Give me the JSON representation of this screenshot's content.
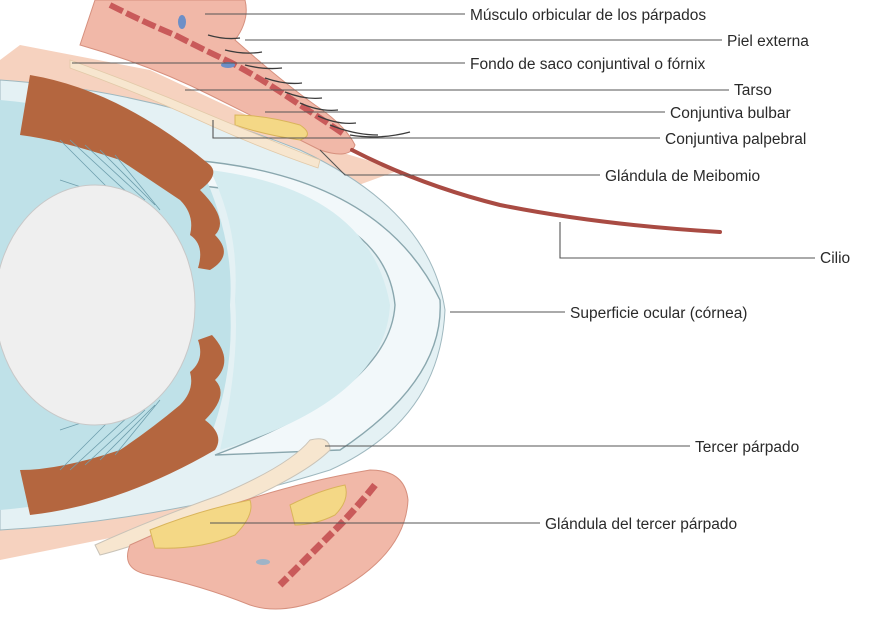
{
  "labels": {
    "musculo_orbicular": "Músculo orbicular de los párpados",
    "piel_externa": "Piel externa",
    "fondo_saco": "Fondo de saco conjuntival o fórnix",
    "tarso": "Tarso",
    "conjuntiva_bulbar": "Conjuntiva bulbar",
    "conjuntiva_palpebral": "Conjuntiva palpebral",
    "glandula_meibomio": "Glándula de Meibomio",
    "cilio": "Cilio",
    "superficie_ocular": "Superficie ocular (córnea)",
    "tercer_parpado": "Tercer párpado",
    "glandula_tercer_parpado": "Glándula del tercer párpado"
  },
  "colors": {
    "eyelid_skin": "#f1b8a8",
    "muscle": "#c95a5a",
    "iris": "#b4663f",
    "cornea": "#f2f8fa",
    "aqueous": "#d5ecf0",
    "lens": "#efefef",
    "gland": "#f4d886",
    "cilia": "#a94b43",
    "conjunctiva_pale": "#f7e6cf"
  }
}
